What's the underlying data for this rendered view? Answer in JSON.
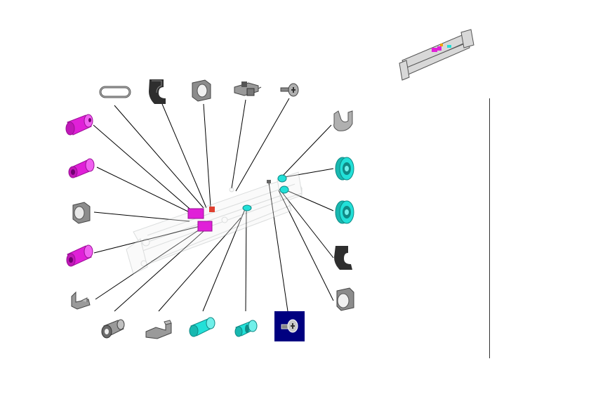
{
  "colors": {
    "magenta": "#e020d8",
    "magenta_dark": "#9a1096",
    "cyan": "#22e0d8",
    "cyan_dark": "#108a86",
    "gray": "#9a9a9a",
    "gray_dark": "#505050",
    "selected_bg": "#000080",
    "leader": "#000000"
  },
  "parts": [
    {
      "id": "belt-loop",
      "icon": "belt-loop-icon"
    },
    {
      "id": "c-clip-top",
      "icon": "c-clip-icon"
    },
    {
      "id": "bushing-top",
      "icon": "bushing-icon"
    },
    {
      "id": "sensor-bracket",
      "icon": "bracket-icon"
    },
    {
      "id": "screw-top",
      "icon": "screw-icon"
    },
    {
      "id": "magenta-roller-1",
      "icon": "roller-icon"
    },
    {
      "id": "magenta-roller-2",
      "icon": "roller-icon"
    },
    {
      "id": "bushing-left",
      "icon": "bushing-icon"
    },
    {
      "id": "magenta-roller-3",
      "icon": "roller-icon"
    },
    {
      "id": "bracket-left",
      "icon": "bracket-icon"
    },
    {
      "id": "gray-roller-bottom",
      "icon": "roller-icon"
    },
    {
      "id": "bracket-bottom",
      "icon": "bracket-icon"
    },
    {
      "id": "cyan-roller-bottom-1",
      "icon": "roller-icon"
    },
    {
      "id": "cyan-gear-bottom",
      "icon": "gear-icon"
    },
    {
      "id": "screw-selected",
      "icon": "screw-icon"
    },
    {
      "id": "e-ring-right",
      "icon": "e-ring-icon"
    },
    {
      "id": "cyan-gear-right-1",
      "icon": "gear-icon"
    },
    {
      "id": "cyan-gear-right-2",
      "icon": "gear-icon"
    },
    {
      "id": "c-clip-right",
      "icon": "c-clip-icon"
    },
    {
      "id": "bushing-right",
      "icon": "bushing-icon"
    }
  ],
  "thumbnail": {
    "icon": "assembly-overview-icon"
  }
}
